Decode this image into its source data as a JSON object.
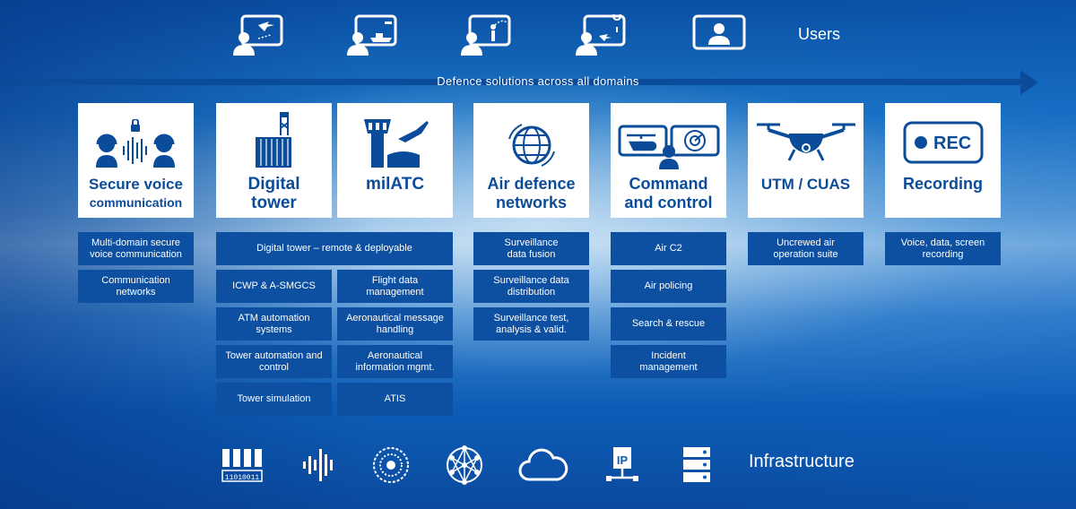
{
  "header": {
    "users_label": "Users",
    "user_icons": [
      "pilot-user-icon",
      "ship-drone-user-icon",
      "ground-user-icon",
      "navigation-user-icon",
      "video-user-icon"
    ]
  },
  "arrow": {
    "label": "Defence solutions across all domains"
  },
  "cards": [
    {
      "title1": "Secure voice",
      "title2": "communication",
      "icon": "headset-voice-icon"
    },
    {
      "title1": "Digital",
      "title2": "tower",
      "icon": "digital-tower-icon"
    },
    {
      "title1": "milATC",
      "title2": "",
      "icon": "control-tower-aircraft-icon"
    },
    {
      "title1": "Air defence",
      "title2": "networks",
      "icon": "globe-network-icon"
    },
    {
      "title1": "Command",
      "title2": "and control",
      "icon": "helicopter-radar-icon"
    },
    {
      "title1": "UTM / CUAS",
      "title2": "",
      "icon": "drone-icon"
    },
    {
      "title1": "Recording",
      "title2": "",
      "icon": "rec-icon",
      "rec_text": "REC"
    }
  ],
  "boxes": {
    "voice": [
      "Multi-domain secure\nvoice communication",
      "Communication\nnetworks"
    ],
    "tower_wide": "Digital tower – remote & deployable",
    "tower_left": [
      "ICWP & A-SMGCS",
      "ATM automation\nsystems",
      "Tower automation and\ncontrol",
      "Tower simulation"
    ],
    "tower_right": [
      "Flight data\nmanagement",
      "Aeronautical message\nhandling",
      "Aeronautical\ninformation mgmt.",
      "ATIS"
    ],
    "airdef": [
      "Surveillance\ndata fusion",
      "Surveillance data\ndistribution",
      "Surveillance test,\nanalysis & valid."
    ],
    "c2": [
      "Air C2",
      "Air policing",
      "Search & rescue",
      "Incident\nmanagement"
    ],
    "utm": [
      "Uncrewed air\noperation suite"
    ],
    "rec": [
      "Voice, data, screen\nrecording"
    ]
  },
  "infrastructure": {
    "label": "Infrastructure",
    "binary_text": "11010011",
    "ip_text": "IP",
    "icons": [
      "binary-data-icon",
      "audio-wave-icon",
      "binary-globe-icon",
      "mesh-network-icon",
      "cloud-icon",
      "ip-network-icon",
      "server-rack-icon"
    ]
  }
}
